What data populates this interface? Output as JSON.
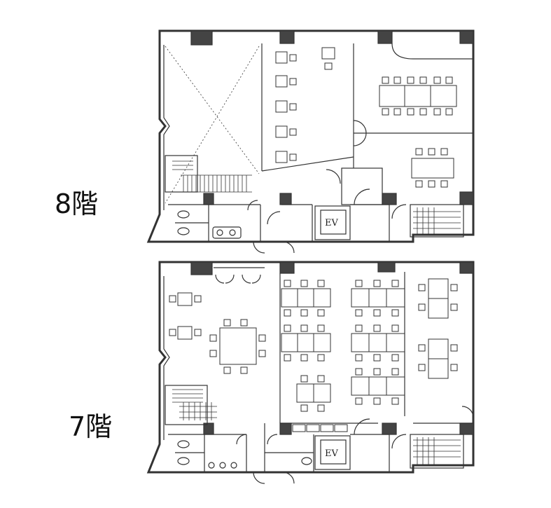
{
  "floors": [
    {
      "label": "8階",
      "elevator_label": "EV"
    },
    {
      "label": "7階",
      "elevator_label": "EV"
    }
  ],
  "colors": {
    "wall": "#333333",
    "fixture": "#555555",
    "background": "#ffffff"
  }
}
